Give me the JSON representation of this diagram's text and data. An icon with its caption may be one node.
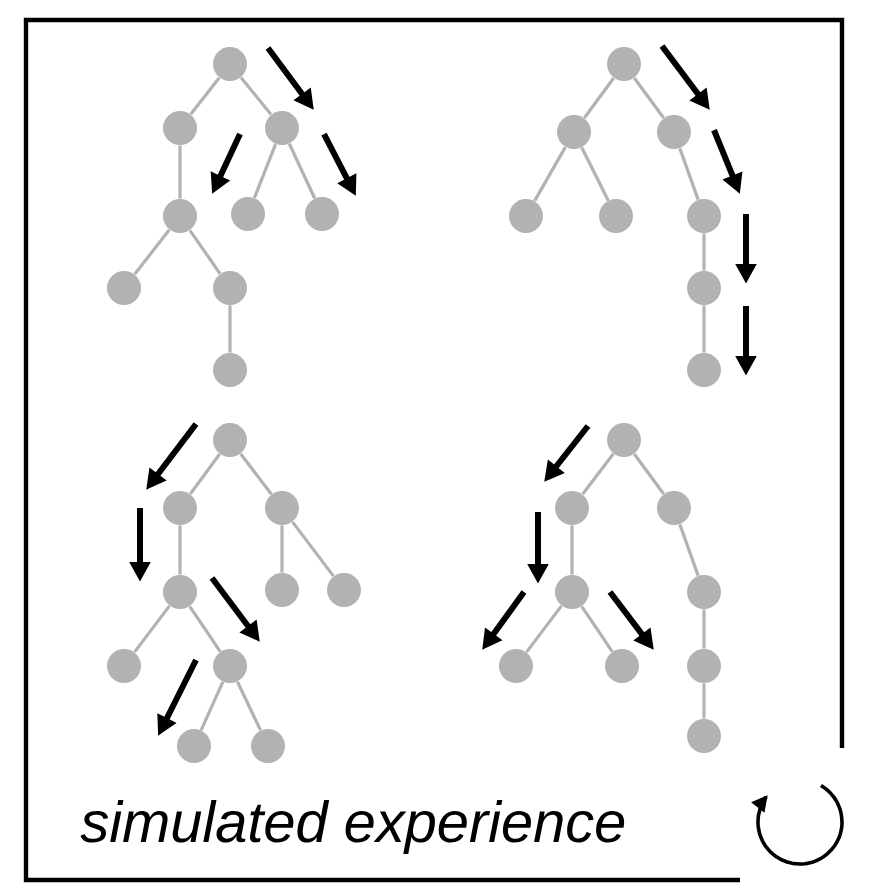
{
  "diagram": {
    "nodes": [
      {
        "text": [],
        "shape": "circle"
      },
      {
        "text": [],
        "shape": "circle"
      },
      {
        "text": [],
        "shape": "circle"
      },
      {
        "text": [],
        "shape": "circle"
      },
      {
        "text": [],
        "shape": "circle"
      },
      {
        "text": [],
        "shape": "circle"
      },
      {
        "text": [],
        "shape": "circle"
      },
      {
        "text": [],
        "shape": "circle"
      },
      {
        "text": [],
        "shape": "circle"
      },
      {
        "text": [],
        "shape": "circle"
      },
      {
        "text": [],
        "shape": "circle"
      },
      {
        "text": [],
        "shape": "circle"
      },
      {
        "text": [],
        "shape": "circle"
      },
      {
        "text": [],
        "shape": "circle"
      },
      {
        "text": [],
        "shape": "circle"
      },
      {
        "text": [],
        "shape": "circle"
      },
      {
        "text": [],
        "shape": "circle"
      },
      {
        "text": [],
        "shape": "circle"
      },
      {
        "text": [],
        "shape": "circle"
      },
      {
        "text": [],
        "shape": "circle"
      },
      {
        "text": [],
        "shape": "circle"
      },
      {
        "text": [],
        "shape": "circle"
      },
      {
        "text": [],
        "shape": "circle"
      },
      {
        "text": [],
        "shape": "circle"
      },
      {
        "text": [],
        "shape": "circle"
      },
      {
        "text": [],
        "shape": "circle"
      },
      {
        "text": [],
        "shape": "circle"
      },
      {
        "text": [],
        "shape": "circle"
      },
      {
        "text": [],
        "shape": "circle"
      },
      {
        "text": [],
        "shape": "circle"
      },
      {
        "text": [],
        "shape": "circle"
      },
      {
        "text": [],
        "shape": "circle"
      },
      {
        "text": [],
        "shape": "circle"
      },
      {
        "text": [],
        "shape": "circle"
      },
      {
        "text": [],
        "shape": "circle"
      },
      {
        "text": [],
        "shape": "circle"
      }
    ],
    "edges": [
      {
        "from": 0,
        "to": 1,
        "arrow": "none"
      },
      {
        "from": 0,
        "to": 2,
        "arrow": "none"
      },
      {
        "from": 1,
        "to": 3,
        "arrow": "none"
      },
      {
        "from": 2,
        "to": 4,
        "arrow": "none"
      },
      {
        "from": 2,
        "to": 5,
        "arrow": "none"
      },
      {
        "from": 3,
        "to": 6,
        "arrow": "none"
      },
      {
        "from": 3,
        "to": 7,
        "arrow": "none"
      },
      {
        "from": 7,
        "to": 8,
        "arrow": "none"
      },
      {
        "from": 9,
        "to": 10,
        "arrow": "none"
      },
      {
        "from": 9,
        "to": 11,
        "arrow": "none"
      },
      {
        "from": 10,
        "to": 12,
        "arrow": "none"
      },
      {
        "from": 10,
        "to": 13,
        "arrow": "none"
      },
      {
        "from": 11,
        "to": 14,
        "arrow": "none"
      },
      {
        "from": 14,
        "to": 15,
        "arrow": "none"
      },
      {
        "from": 15,
        "to": 16,
        "arrow": "none"
      },
      {
        "from": 17,
        "to": 18,
        "arrow": "none"
      },
      {
        "from": 17,
        "to": 19,
        "arrow": "none"
      },
      {
        "from": 18,
        "to": 20,
        "arrow": "none"
      },
      {
        "from": 19,
        "to": 21,
        "arrow": "none"
      },
      {
        "from": 19,
        "to": 22,
        "arrow": "none"
      },
      {
        "from": 20,
        "to": 23,
        "arrow": "none"
      },
      {
        "from": 20,
        "to": 24,
        "arrow": "none"
      },
      {
        "from": 24,
        "to": 25,
        "arrow": "none"
      },
      {
        "from": 24,
        "to": 26,
        "arrow": "none"
      },
      {
        "from": 27,
        "to": 28,
        "arrow": "none"
      },
      {
        "from": 27,
        "to": 29,
        "arrow": "none"
      },
      {
        "from": 28,
        "to": 30,
        "arrow": "none"
      },
      {
        "from": 30,
        "to": 31,
        "arrow": "none"
      },
      {
        "from": 30,
        "to": 32,
        "arrow": "none"
      },
      {
        "from": 29,
        "to": 33,
        "arrow": "none"
      },
      {
        "from": 33,
        "to": 34,
        "arrow": "none"
      },
      {
        "from": 34,
        "to": 35,
        "arrow": "none"
      }
    ],
    "labels": [
      "simulated experience"
    ]
  }
}
